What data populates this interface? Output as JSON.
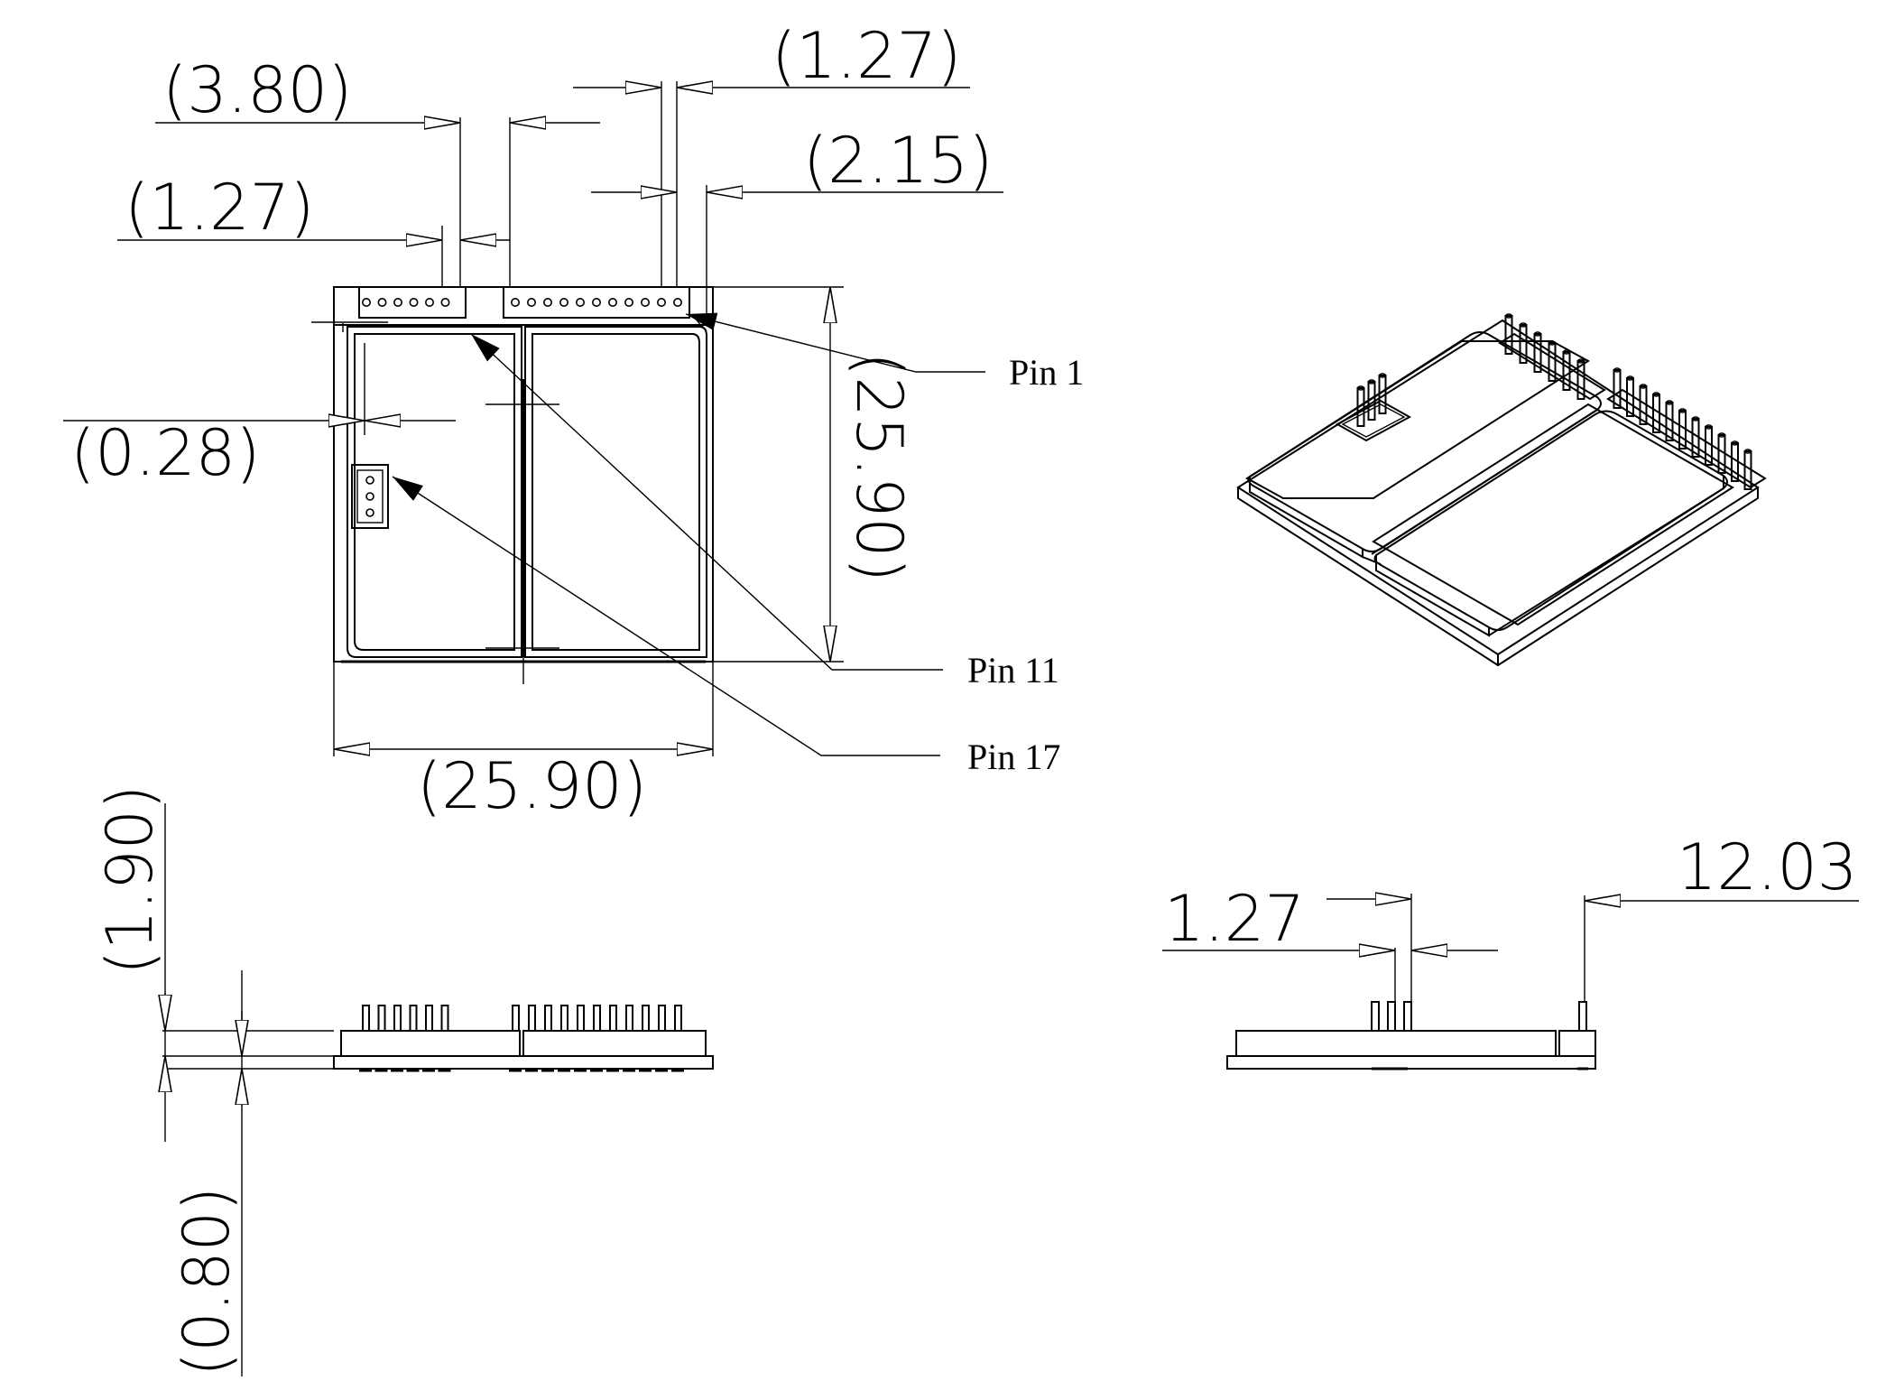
{
  "dimensions": {
    "pin_pitch_top_right": "(1.27)",
    "header_offset_left": "(3.80)",
    "offset_right": "(2.15)",
    "pin_pitch_top_left": "(1.27)",
    "edge_offset": "(0.28)",
    "height_right": "(25.90)",
    "width_bottom": "(25.90)",
    "pcb_thickness": "(1.90)",
    "shield_thickness": "(0.80)",
    "side_pin_pitch": "1.27",
    "side_pin_height": "12.03"
  },
  "labels": {
    "pin1": "Pin 1",
    "pin11": "Pin 11",
    "pin17": "Pin 17"
  }
}
